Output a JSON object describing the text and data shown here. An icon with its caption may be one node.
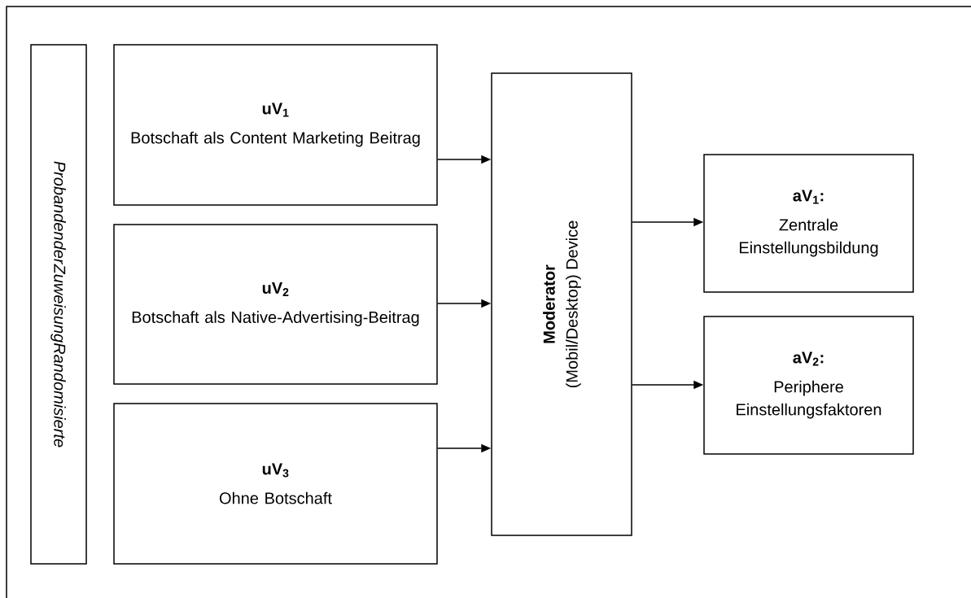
{
  "diagram": {
    "nodes": [
      {
        "text": [
          "ProbandenderZuweisungRandomisierte"
        ]
      },
      {
        "text": [
          "uV$_{1}$",
          "Botschaft als Content Marketing Beitrag"
        ]
      },
      {
        "text": [
          "uV$_{2}$",
          "Botschaft als Native-Advertising-Beitrag"
        ]
      },
      {
        "text": [
          "uV$_{3}$",
          "Ohne Botschaft"
        ]
      },
      {
        "text": [
          "Moderator",
          "(Mobil/Desktop) Device"
        ]
      },
      {
        "text": [
          "aV$_{1}$:",
          "Zentrale Einstellungsbildung"
        ]
      },
      {
        "text": [
          "aV$_{2}$:",
          "Periphere Einstellungsfaktoren"
        ]
      }
    ],
    "edges": [
      {
        "from": 1,
        "to": 4,
        "arrow": "to"
      },
      {
        "from": 2,
        "to": 4,
        "arrow": "to"
      },
      {
        "from": 3,
        "to": 4,
        "arrow": "to"
      },
      {
        "from": 4,
        "to": 5,
        "arrow": "to"
      },
      {
        "from": 4,
        "to": 6,
        "arrow": "to"
      }
    ]
  }
}
